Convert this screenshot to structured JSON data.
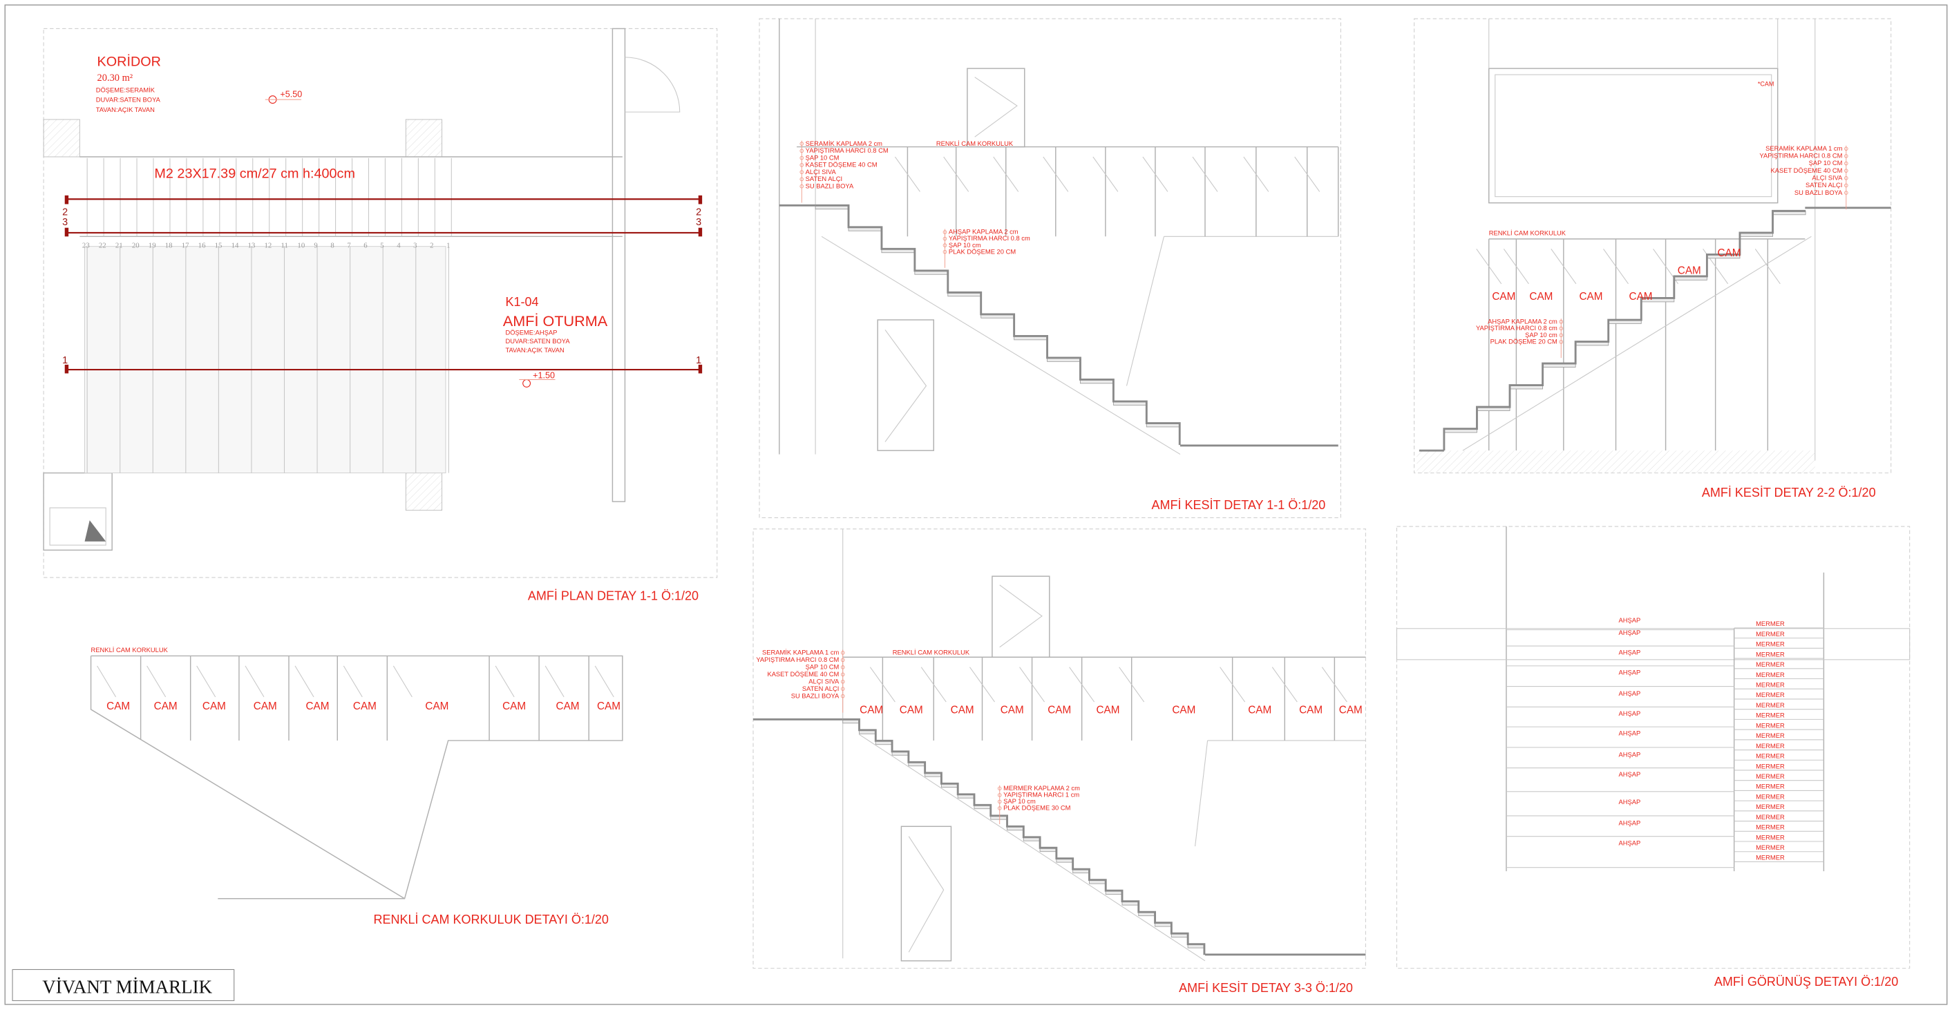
{
  "colors": {
    "annotation": "#e8261d",
    "section_line": "#9c1410",
    "linework": "#b0b0b0"
  },
  "plan": {
    "corridor": {
      "name": "KORİDOR",
      "area": "20.30 m²",
      "floor": "DÖŞEME:SERAMİK",
      "wall": "DUVAR:SATEN BOYA",
      "ceiling": "TAVAN:AÇIK TAVAN",
      "level": "+5.50"
    },
    "stair_spec": "M2 23X17.39 cm/27 cm h:400cm",
    "step_numbers": [
      "23",
      "22",
      "21",
      "20",
      "19",
      "18",
      "17",
      "16",
      "15",
      "14",
      "13",
      "12",
      "11",
      "10",
      "9",
      "8",
      "7",
      "6",
      "5",
      "4",
      "3",
      "2",
      "1"
    ],
    "room": {
      "code": "K1-04",
      "name": "AMFİ OTURMA",
      "floor": "DÖŞEME:AHŞAP",
      "wall": "DUVAR:SATEN BOYA",
      "ceiling": "TAVAN:AÇIK TAVAN",
      "level": "+1.50"
    },
    "section_marks": {
      "one": "1",
      "two": "2",
      "three": "3"
    },
    "title": "AMFİ PLAN DETAY  1-1 Ö:1/20"
  },
  "section_1_1": {
    "landing_layers": [
      "SERAMİK KAPLAMA 2 cm",
      "YAPIŞTIRMA HARCI 0.8 CM",
      "ŞAP 10 CM",
      "KASET DÖŞEME 40 CM",
      "ALÇI SIVA",
      "SATEN ALÇI",
      "SU BAZLI BOYA"
    ],
    "step_layers": [
      "AHŞAP KAPLAMA 2 cm",
      "YAPIŞTIRMA HARCI 0.8 cm",
      "ŞAP 10 cm",
      "PLAK DÖŞEME 20 CM"
    ],
    "railing_label": "RENKLİ CAM KORKULUK",
    "title": "AMFİ KESİT DETAY  1-1 Ö:1/20"
  },
  "section_2_2": {
    "window_note": "*CAM",
    "landing_layers": [
      "SERAMİK KAPLAMA 1 cm",
      "YAPIŞTIRMA HARCI 0.8 CM",
      "ŞAP 10 CM",
      "KASET DÖŞEME 40 CM",
      "ALÇI SIVA",
      "SATEN ALÇI",
      "SU BAZLI BOYA"
    ],
    "step_layers": [
      "AHŞAP KAPLAMA 2 cm",
      "YAPIŞTIRMA HARCI 0.8 cm",
      "ŞAP 10 cm",
      "PLAK DÖŞEME 20 CM"
    ],
    "railing_label": "RENKLİ CAM KORKULUK",
    "glass_labels": [
      "CAM",
      "CAM",
      "CAM",
      "CAM",
      "CAM",
      "CAM"
    ],
    "title": "AMFİ KESİT DETAY  2-2 Ö:1/20"
  },
  "railing_detail": {
    "railing_label": "RENKLİ CAM KORKULUK",
    "glass_labels": [
      "CAM",
      "CAM",
      "CAM",
      "CAM",
      "CAM",
      "CAM",
      "CAM",
      "CAM",
      "CAM",
      "CAM"
    ],
    "title": "RENKLİ CAM KORKULUK DETAYI Ö:1/20"
  },
  "section_3_3": {
    "landing_layers": [
      "SERAMİK KAPLAMA 1 cm",
      "YAPIŞTIRMA HARCI 0.8 CM",
      "ŞAP 10 CM",
      "KASET DÖŞEME 40 CM",
      "ALÇI SIVA",
      "SATEN ALÇI",
      "SU BAZLI BOYA"
    ],
    "step_layers": [
      "MERMER  KAPLAMA 2 cm",
      "YAPIŞTIRMA HARCI 1 cm",
      "ŞAP 10 cm",
      "PLAK DÖŞEME 30 CM"
    ],
    "railing_label": "RENKLİ CAM KORKULUK",
    "glass_labels": [
      "CAM",
      "CAM",
      "CAM",
      "CAM",
      "CAM",
      "CAM",
      "CAM",
      "CAM",
      "CAM",
      "CAM"
    ],
    "title": "AMFİ KESİT DETAY  3-3 Ö:1/20"
  },
  "elevation": {
    "wood_labels": [
      "AHŞAP",
      "AHŞAP",
      "AHŞAP",
      "AHŞAP",
      "AHŞAP",
      "AHŞAP",
      "AHŞAP",
      "AHŞAP",
      "AHŞAP",
      "AHŞAP",
      "AHŞAP",
      "AHŞAP"
    ],
    "marble_labels": [
      "MERMER",
      "MERMER",
      "MERMER",
      "MERMER",
      "MERMER",
      "MERMER",
      "MERMER",
      "MERMER",
      "MERMER",
      "MERMER",
      "MERMER",
      "MERMER",
      "MERMER",
      "MERMER",
      "MERMER",
      "MERMER",
      "MERMER",
      "MERMER",
      "MERMER",
      "MERMER",
      "MERMER",
      "MERMER",
      "MERMER",
      "MERMER"
    ],
    "title": "AMFİ GÖRÜNÜŞ DETAYI Ö:1/20"
  },
  "footer": {
    "firm": "VİVANT MİMARLIK"
  }
}
